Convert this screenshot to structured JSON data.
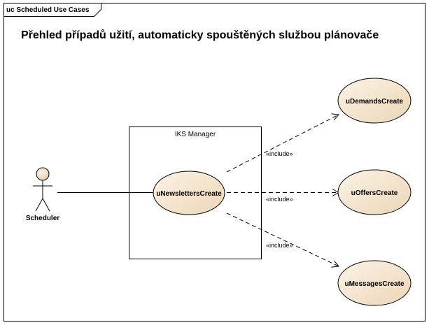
{
  "frame": {
    "label": "uc Scheduled Use Cases"
  },
  "diagram": {
    "title": "Přehled případů užití, automaticky spouštěných službou plánovače",
    "boundary": {
      "name": "IKS Manager"
    },
    "actor": {
      "name": "Scheduler"
    },
    "use_cases": {
      "newsletters": "uNewslettersCreate",
      "demands": "uDemandsCreate",
      "offers": "uOffersCreate",
      "messages": "uMessagesCreate"
    },
    "relations": {
      "include_demands": "«include»",
      "include_offers": "«include»",
      "include_messages": "«include»"
    }
  },
  "colors": {
    "use_case_fill": "#f3e4cd",
    "line": "#000000",
    "background": "#ffffff"
  }
}
